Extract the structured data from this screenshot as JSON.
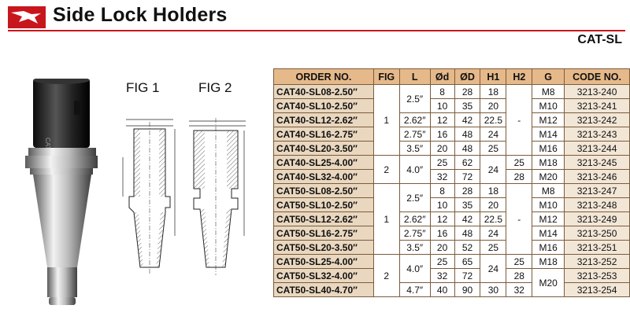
{
  "header": {
    "title": "Side Lock Holders",
    "subtitle": "CAT-SL",
    "brand_color": "#c8161d"
  },
  "figures": {
    "fig1_label": "FIG 1",
    "fig2_label": "FIG 2",
    "photo_text": "CAT40"
  },
  "table": {
    "headers": [
      "ORDER NO.",
      "FIG",
      "L",
      "Ød",
      "ØD",
      "H1",
      "H2",
      "G",
      "CODE NO."
    ],
    "header_color": "#e6b98a",
    "groups": [
      {
        "fig": "1",
        "h2": "-",
        "rows": [
          {
            "order": "CAT40-SL08-2.50″",
            "d": "8",
            "D": "28",
            "h1": "18",
            "g": "M8",
            "code": "3213-240"
          },
          {
            "order": "CAT40-SL10-2.50″",
            "d": "10",
            "D": "35",
            "h1": "20",
            "g": "M10",
            "code": "3213-241"
          },
          {
            "order": "CAT40-SL12-2.62″",
            "d": "12",
            "D": "42",
            "h1": "22.5",
            "g": "M12",
            "code": "3213-242"
          },
          {
            "order": "CAT40-SL16-2.75″",
            "d": "16",
            "D": "48",
            "h1": "24",
            "g": "M14",
            "code": "3213-243"
          },
          {
            "order": "CAT40-SL20-3.50″",
            "d": "20",
            "D": "48",
            "h1": "25",
            "g": "M16",
            "code": "3213-244"
          }
        ],
        "L": [
          {
            "text": "2.5″",
            "span": 2
          },
          {
            "text": "2.62″",
            "span": 1
          },
          {
            "text": "2.75″",
            "span": 1
          },
          {
            "text": "3.5″",
            "span": 1
          }
        ]
      },
      {
        "fig": "2",
        "h1_merged": "24",
        "rows": [
          {
            "order": "CAT40-SL25-4.00″",
            "d": "25",
            "D": "62",
            "h2": "25",
            "g": "M18",
            "code": "3213-245"
          },
          {
            "order": "CAT40-SL32-4.00″",
            "d": "32",
            "D": "72",
            "h2": "28",
            "g": "M20",
            "code": "3213-246"
          }
        ],
        "L": [
          {
            "text": "4.0″",
            "span": 2
          }
        ]
      },
      {
        "fig": "1",
        "h2": "-",
        "rows": [
          {
            "order": "CAT50-SL08-2.50″",
            "d": "8",
            "D": "28",
            "h1": "18",
            "g": "M8",
            "code": "3213-247"
          },
          {
            "order": "CAT50-SL10-2.50″",
            "d": "10",
            "D": "35",
            "h1": "20",
            "g": "M10",
            "code": "3213-248"
          },
          {
            "order": "CAT50-SL12-2.62″",
            "d": "12",
            "D": "42",
            "h1": "22.5",
            "g": "M12",
            "code": "3213-249"
          },
          {
            "order": "CAT50-SL16-2.75″",
            "d": "16",
            "D": "48",
            "h1": "24",
            "g": "M14",
            "code": "3213-250"
          },
          {
            "order": "CAT50-SL20-3.50″",
            "d": "20",
            "D": "52",
            "h1": "25",
            "g": "M16",
            "code": "3213-251"
          }
        ],
        "L": [
          {
            "text": "2.5″",
            "span": 2
          },
          {
            "text": "2.62″",
            "span": 1
          },
          {
            "text": "2.75″",
            "span": 1
          },
          {
            "text": "3.5″",
            "span": 1
          }
        ]
      },
      {
        "fig": "2",
        "rows": [
          {
            "order": "CAT50-SL25-4.00″",
            "d": "25",
            "D": "65",
            "h2": "25",
            "g": "M18",
            "code": "3213-252"
          },
          {
            "order": "CAT50-SL32-4.00″",
            "d": "32",
            "D": "72",
            "h2": "28",
            "code": "3213-253"
          },
          {
            "order": "CAT50-SL40-4.70″",
            "d": "40",
            "D": "90",
            "h1": "30",
            "h2": "32",
            "code": "3213-254"
          }
        ],
        "L": [
          {
            "text": "4.0″",
            "span": 2
          },
          {
            "text": "4.7″",
            "span": 1
          }
        ],
        "h1_merged": "24",
        "g_merged": "M20"
      }
    ]
  }
}
